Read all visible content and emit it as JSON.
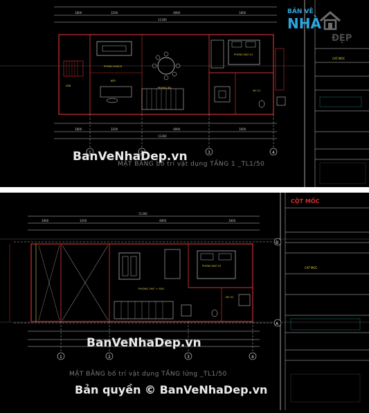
{
  "plan1": {
    "title": "MẶT BẰNG bố trí vật dụng TẦNG 1 _TL1/50",
    "dims_top": [
      "1800",
      "3200",
      "4800",
      "1800"
    ],
    "dims_total": "11300",
    "dims_bottom": [
      "1800",
      "3200",
      "4800",
      "1600"
    ],
    "axes": [
      "1",
      "2",
      "3",
      "4"
    ],
    "rooms": [
      "PHÒNG KHÁCH",
      "PHÒNG ĂN",
      "PHÒNG NGỦ 01",
      "BẾP",
      "WC 01",
      "SÂN"
    ]
  },
  "plan2": {
    "title": "MẶT BẰNG bố trí vật dụng TẦNG lửng _TL1/50",
    "dims_top": [
      "1800",
      "3200",
      "4800",
      "1800"
    ],
    "dims_total": "11300",
    "axes": [
      "1",
      "2",
      "3",
      "4"
    ],
    "row_axes": [
      "B",
      "A"
    ],
    "rooms": [
      "PHÒNG THỜ + SHC",
      "PHÒNG NGỦ 02",
      "WC 02"
    ]
  },
  "titleblock": {
    "company": "CỘT MỐC",
    "project": "CAT MOC"
  },
  "watermarks": {
    "mid": "BanVeNhaDep.vn",
    "bottom": "Bản quyền © BanVeNhaDep.vn"
  },
  "logo": {
    "top": "BẢN VẼ",
    "brand": "NHÀ",
    "brand2": "ĐẸP"
  },
  "colors": {
    "wall": "#d23030",
    "line": "#e8e8e8",
    "dim": "#c8c8c8",
    "furniture": "#e6e6e6",
    "yellow": "#e0d040",
    "cyan": "#40c8d8"
  }
}
